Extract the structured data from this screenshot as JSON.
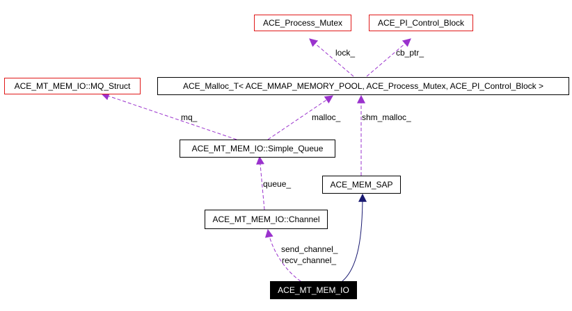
{
  "nodes": {
    "process_mutex": "ACE_Process_Mutex",
    "pi_control_block": "ACE_PI_Control_Block",
    "mq_struct": "ACE_MT_MEM_IO::MQ_Struct",
    "malloc_t": "ACE_Malloc_T< ACE_MMAP_MEMORY_POOL, ACE_Process_Mutex, ACE_PI_Control_Block >",
    "simple_queue": "ACE_MT_MEM_IO::Simple_Queue",
    "mem_sap": "ACE_MEM_SAP",
    "channel": "ACE_MT_MEM_IO::Channel",
    "mt_mem_io": "ACE_MT_MEM_IO"
  },
  "edge_labels": {
    "lock": "lock_",
    "cb_ptr": "cb_ptr_",
    "mq": "mq_",
    "malloc": "malloc_",
    "shm_malloc": "shm_malloc_",
    "queue": "queue_",
    "send_channel": "send_channel_",
    "recv_channel": "recv_channel_"
  },
  "colors": {
    "usage_edge": "#9a32cd",
    "inheritance_edge": "#191970",
    "external_class_border": "#e01818",
    "selected_node_fill": "#000000"
  }
}
